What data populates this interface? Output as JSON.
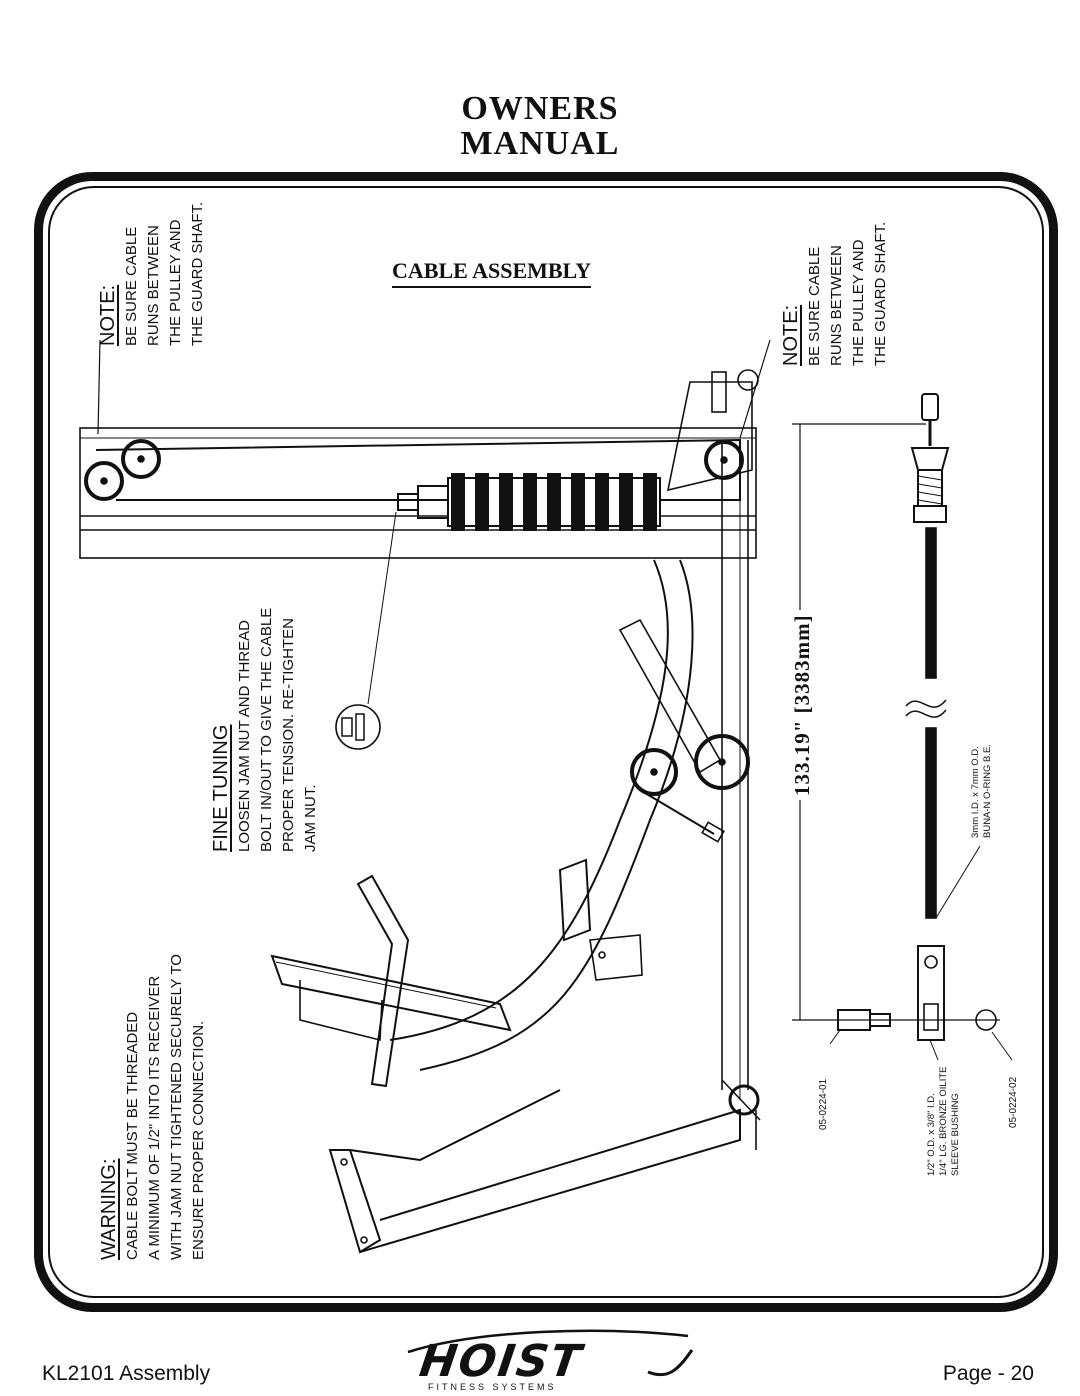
{
  "header": {
    "line1": "OWNERS",
    "line2": "MANUAL"
  },
  "diagram": {
    "title": "CABLE ASSEMBLY",
    "note_left": {
      "heading": "NOTE:",
      "lines": [
        "BE SURE CABLE",
        "RUNS BETWEEN",
        "THE PULLEY AND",
        "THE GUARD SHAFT."
      ]
    },
    "note_right": {
      "heading": "NOTE:",
      "lines": [
        "BE SURE CABLE",
        "RUNS BETWEEN",
        "THE PULLEY AND",
        "THE GUARD SHAFT."
      ]
    },
    "fine_tuning": {
      "heading": "FINE TUNING",
      "lines": [
        "LOOSEN JAM NUT AND THREAD",
        "BOLT IN/OUT TO GIVE THE CABLE",
        "PROPER TENSION. RE-TIGHTEN",
        "JAM NUT."
      ]
    },
    "warning": {
      "heading": "WARNING:",
      "lines": [
        "CABLE BOLT MUST BE THREADED",
        "A MINIMUM OF 1/2\" INTO ITS RECEIVER",
        "WITH JAM NUT TIGHTENED SECURELY TO",
        "ENSURE PROPER CONNECTION."
      ]
    },
    "cable_length": "133.19\" [3383mm]",
    "oring_spec": {
      "line1": "3mm I.D. x 7mm O.D.",
      "line2": "BUNA-N O-RING B.E."
    },
    "bushing_spec": {
      "line1": "1/2\" O.D. x 3/8\" I.D.",
      "line2": "1/4\" LG. BRONZE OILITE",
      "line3": "SLEEVE BUSHING"
    },
    "part_01": "05-0224-01",
    "part_02": "05-0224-02"
  },
  "footer": {
    "left": "KL2101 Assembly",
    "logo_text": "HOIST",
    "logo_sub": "FITNESS SYSTEMS",
    "right": "Page - 20"
  }
}
